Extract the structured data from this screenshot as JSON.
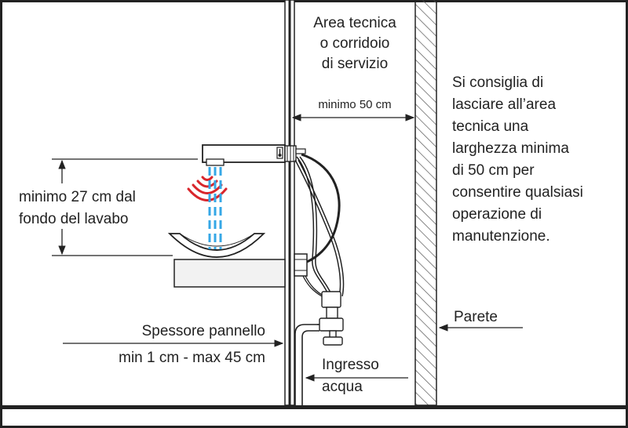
{
  "labels": {
    "service_area": [
      "Area tecnica",
      "o corridoio",
      "di servizio"
    ],
    "min_width": "minimo 50 cm",
    "advice": [
      "Si consiglia di",
      "lasciare all’area",
      "tecnica una",
      "larghezza minima",
      "di 50 cm per",
      "consentire qualsiasi",
      "operazione di",
      "manutenzione."
    ],
    "min_height": [
      "minimo 27 cm dal",
      "fondo del lavabo"
    ],
    "panel_thickness": [
      "Spessore pannello",
      "min 1 cm - max 45 cm"
    ],
    "wall": "Parete",
    "water_inlet": [
      "Ingresso",
      "acqua"
    ]
  },
  "colors": {
    "line": "#222222",
    "sensor": "#d9262c",
    "water": "#35a7e6",
    "hatch": "#555555",
    "fill_light": "#f2f2f2"
  }
}
